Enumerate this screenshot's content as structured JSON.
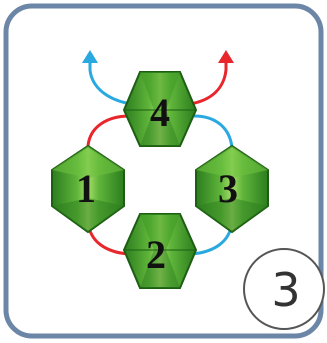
{
  "step_number": "3",
  "beads": [
    {
      "id": "bead-1",
      "label": "1"
    },
    {
      "id": "bead-2",
      "label": "2"
    },
    {
      "id": "bead-3",
      "label": "3"
    },
    {
      "id": "bead-4",
      "label": "4"
    }
  ],
  "colors": {
    "frame_border": "#6b86a6",
    "thread_red": "#e8262b",
    "thread_blue": "#29a9e0",
    "bead_dark": "#2c7d1e",
    "bead_mid": "#4aa62c",
    "bead_light": "#a7dd6a",
    "step_circle_border": "#555555"
  }
}
